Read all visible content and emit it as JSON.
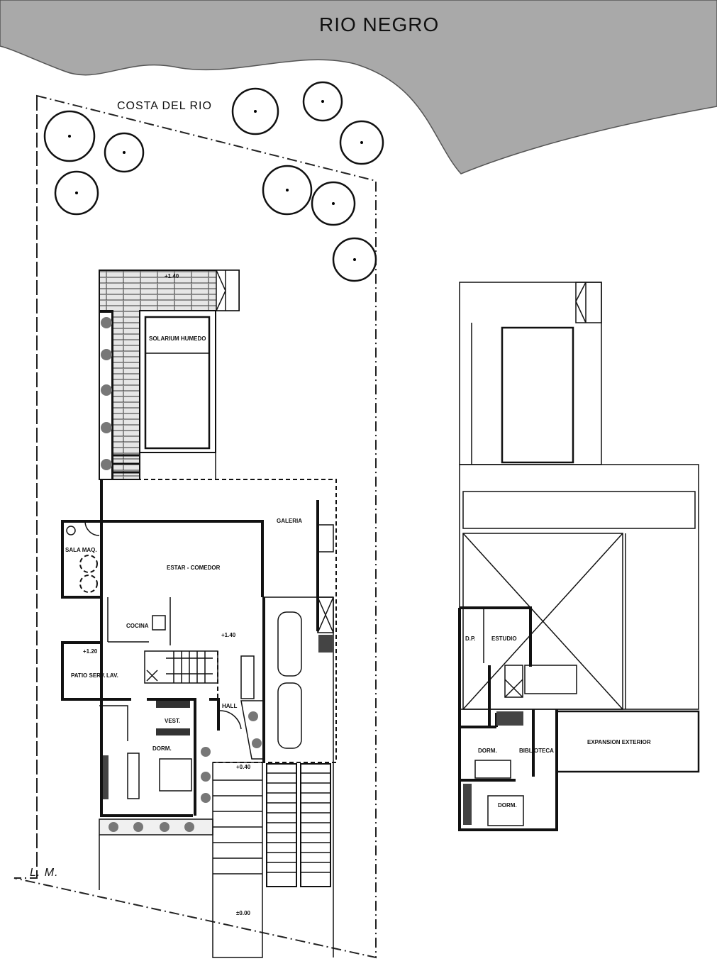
{
  "site": {
    "river": "RIO NEGRO",
    "shore": "COSTA DEL RIO",
    "boundary": "L.  M."
  },
  "ground_floor": {
    "rooms": {
      "solarium": "SOLARIUM HUMEDO",
      "galeria": "GALERIA",
      "sala_maq": "SALA MAQ.",
      "estar": "ESTAR - COMEDOR",
      "cocina": "COCINA",
      "patio": "PATIO SERV.",
      "lav": "LAV.",
      "vest": "VEST.",
      "dorm": "DORM.",
      "hall": "HALL"
    },
    "levels": {
      "pool_deck": "+1.40",
      "estar": "+1.40",
      "patio": "+1.20",
      "entrance": "+0.40",
      "street": "±0.00"
    }
  },
  "upper_floor": {
    "rooms": {
      "dp": "D.P.",
      "estudio": "ESTUDIO",
      "dorm1": "DORM.",
      "biblioteca": "BIBLIOTECA",
      "dorm2": "DORM.",
      "expansion": "EXPANSION EXTERIOR"
    }
  },
  "colors": {
    "water": "#a9a9a9",
    "line": "#111111"
  }
}
